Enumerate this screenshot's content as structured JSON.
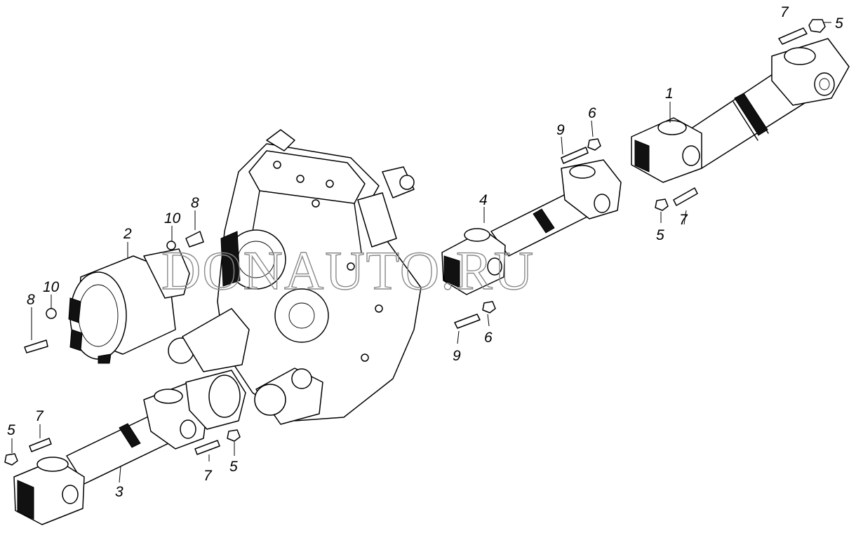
{
  "watermark": "DONAUTO.RU",
  "callouts": [
    {
      "id": "c1",
      "text": "1"
    },
    {
      "id": "c2",
      "text": "2"
    },
    {
      "id": "c3",
      "text": "3"
    },
    {
      "id": "c4",
      "text": "4"
    },
    {
      "id": "c5a",
      "text": "5"
    },
    {
      "id": "c5b",
      "text": "5"
    },
    {
      "id": "c5c",
      "text": "5"
    },
    {
      "id": "c5d",
      "text": "5"
    },
    {
      "id": "c6a",
      "text": "6"
    },
    {
      "id": "c6b",
      "text": "6"
    },
    {
      "id": "c7a",
      "text": "7"
    },
    {
      "id": "c7b",
      "text": "7"
    },
    {
      "id": "c7c",
      "text": "7"
    },
    {
      "id": "c7d",
      "text": "7"
    },
    {
      "id": "c8a",
      "text": "8"
    },
    {
      "id": "c8b",
      "text": "8"
    },
    {
      "id": "c9a",
      "text": "9"
    },
    {
      "id": "c9b",
      "text": "9"
    },
    {
      "id": "c10a",
      "text": "10"
    },
    {
      "id": "c10b",
      "text": "10"
    }
  ]
}
